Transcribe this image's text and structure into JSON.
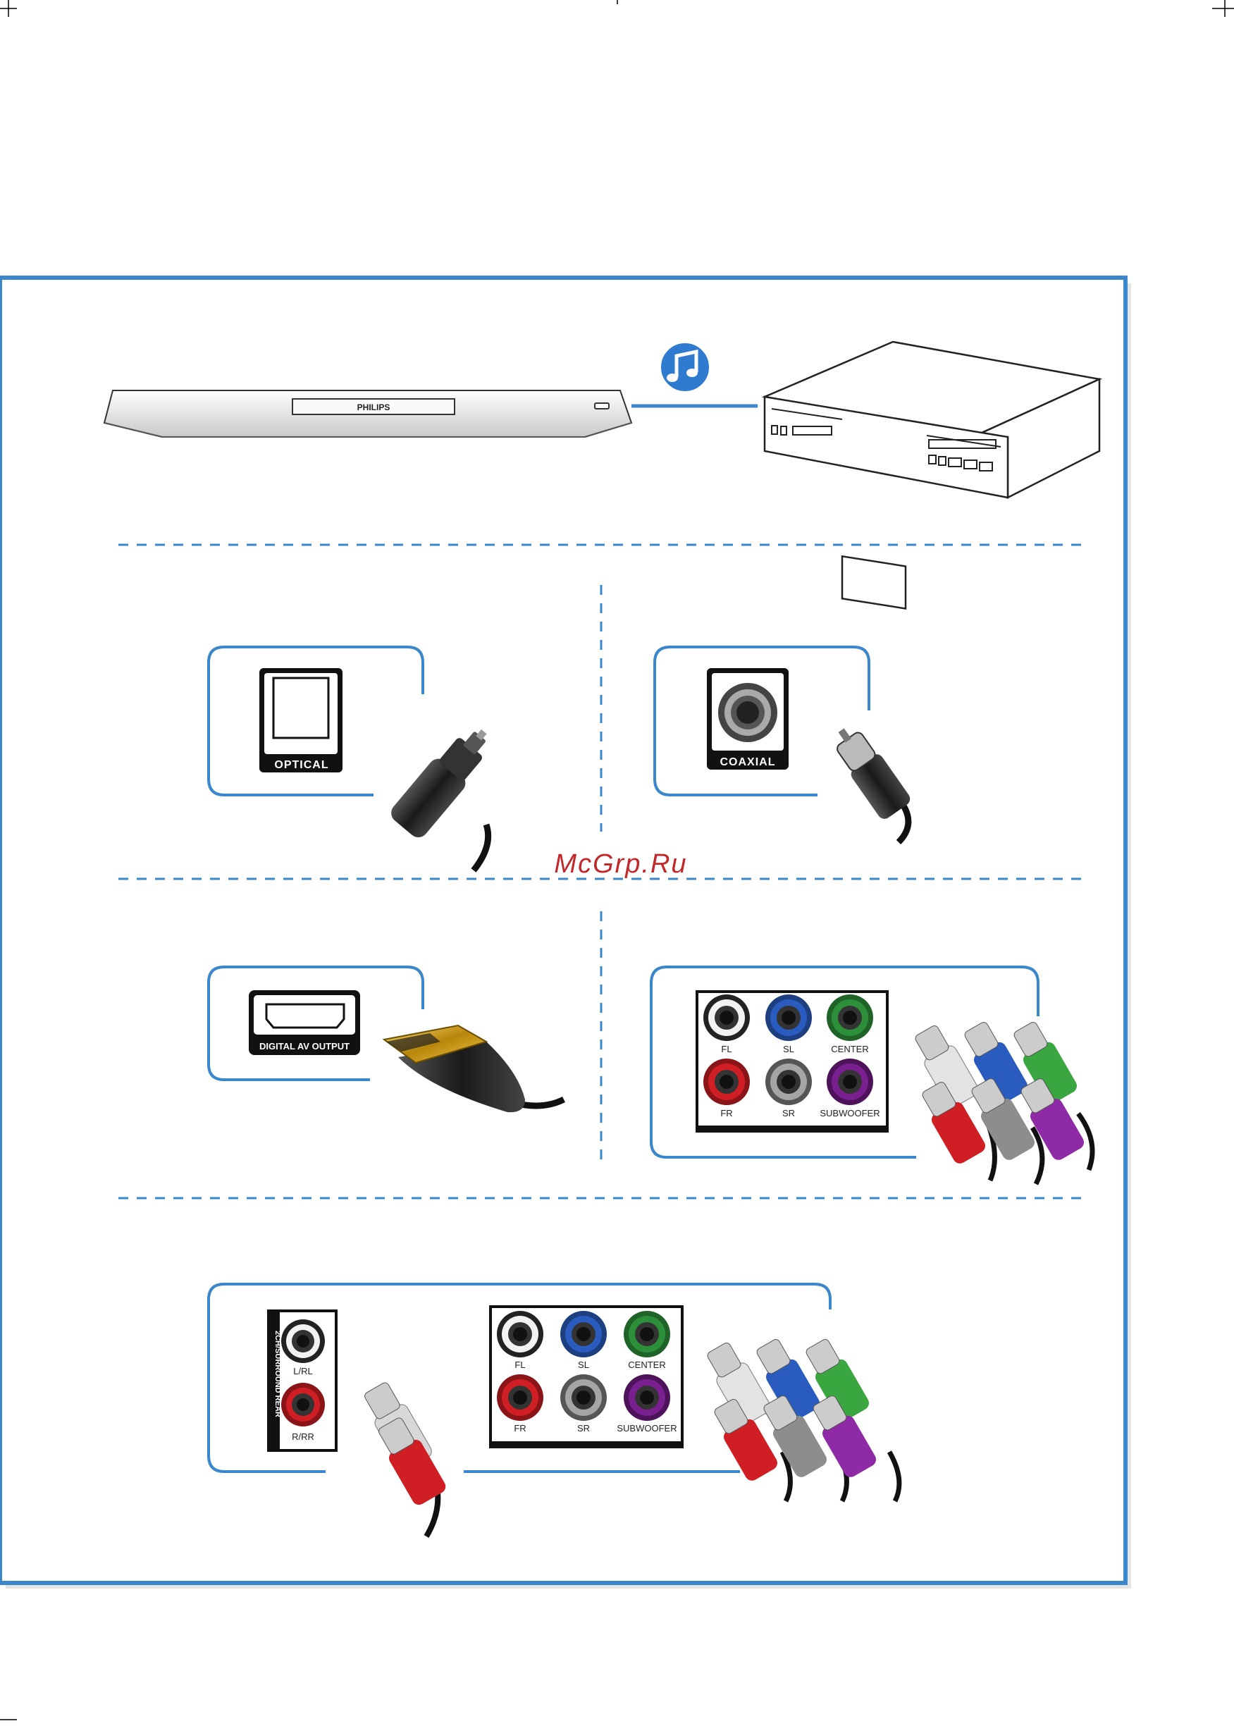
{
  "colors": {
    "frame": "#3a87cc",
    "dash": "#3a87cc",
    "watermark": "#c0282a",
    "music_badge": "#2f7bd0"
  },
  "player": {
    "brand": "PHILIPS"
  },
  "icons": {
    "music": "music-note-icon"
  },
  "watermark": "McGrp.Ru",
  "optical": {
    "label": "OPTICAL"
  },
  "coaxial": {
    "label": "COAXIAL"
  },
  "hdmi": {
    "label": "DIGITAL AV OUTPUT"
  },
  "multichannel": {
    "fl": "FL",
    "sl": "SL",
    "center": "CENTER",
    "fr": "FR",
    "sr": "SR",
    "subwoofer": "SUBWOOFER"
  },
  "rear": {
    "side_label": "2CH/SURROUND REAR",
    "top": "L/RL",
    "bottom": "R/RR"
  },
  "jack_colors": {
    "fl": "#e8e8e8",
    "sl": "#2a5bbf",
    "center": "#2e8f3a",
    "fr": "#d01f24",
    "sr": "#9a9a9a",
    "subwoofer": "#7a1f8f"
  }
}
